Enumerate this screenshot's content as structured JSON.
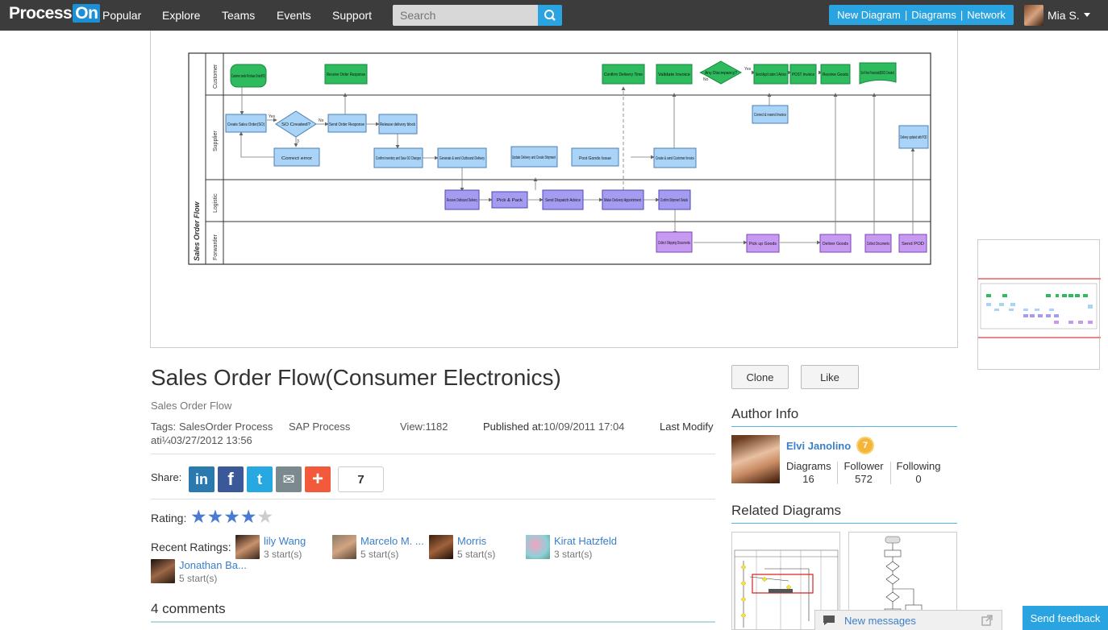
{
  "topbar": {
    "logo_process": "Process",
    "logo_on": "On",
    "nav": [
      "Popular",
      "Explore",
      "Teams",
      "Events",
      "Support"
    ],
    "search_placeholder": "Search",
    "actions": [
      "New Diagram",
      "Diagrams",
      "Network"
    ],
    "user_name": "Mia S."
  },
  "diagram": {
    "pool_title": "Sales Order Flow",
    "lanes": [
      "Customer",
      "Supplier",
      "Logistic",
      "Forwarder"
    ],
    "customer_nodes": [
      "Customer sends Purchase Order(PO)",
      "Receive Order Response",
      "Confirm Delivery Time",
      "Validate Invoice",
      "Any Discrepancy?",
      "Send Appli cation 3 Advice",
      "POST Invoice",
      "Receive Goods",
      "Set Flow Financials(BSO) Created"
    ],
    "supplier_nodes": [
      "Create Sales Order(SO)",
      "SO Created?",
      "Send Order Response",
      "Release delivery block",
      "Correct error",
      "Confirm inventory and Save SO Changes",
      "Generate & send Outbound Delivery",
      "Update Delivery and Create Shipment",
      "Post Goods Issue",
      "Create & send Customer Invoice",
      "Correct & resend Invoice",
      "Delivery updated with POD"
    ],
    "logistic_nodes": [
      "Receive Outbound Delivery",
      "Pick & Pack",
      "Send Dispatch Advice",
      "Make Delivery Appointment",
      "Confirm Shipment Details"
    ],
    "forwarder_nodes": [
      "Collect Shipping Documents",
      "Pick up Goods",
      "Deliver Goods",
      "Collect Documents",
      "Send POD"
    ],
    "edge_labels": [
      "Yes",
      "No",
      "3",
      "No",
      "Yes"
    ]
  },
  "title": "Sales Order Flow(Consumer Electronics)",
  "subtitle": "Sales Order Flow",
  "meta": {
    "tags_label": "Tags:",
    "tags": [
      "SalesOrder Process",
      "SAP Process"
    ],
    "view": "View:1182",
    "published_label": "Published at:",
    "published": "10/09/2011 17:04",
    "last_modify_label": "Last Modify",
    "last_modify": "ati¼03/27/2012 13:56"
  },
  "share": {
    "label": "Share:",
    "icons": [
      "in",
      "f",
      "t",
      "✉",
      "+"
    ],
    "count": "7"
  },
  "rating": {
    "label": "Rating:",
    "value": 4,
    "max": 5
  },
  "recent": {
    "label": "Recent Ratings:",
    "raters": [
      {
        "name": "lily Wang",
        "score": "3 start(s)"
      },
      {
        "name": "Marcelo M. ...",
        "score": "5 start(s)"
      },
      {
        "name": "Morris",
        "score": "5 start(s)"
      },
      {
        "name": "Kirat Hatzfeld",
        "score": "3 start(s)"
      },
      {
        "name": "Jonathan Ba...",
        "score": "5 start(s)"
      }
    ]
  },
  "comments": "4 comments",
  "buttons": {
    "clone": "Clone",
    "like": "Like"
  },
  "author": {
    "section": "Author Info",
    "name": "Elvi Janolino",
    "level": "7",
    "stats": [
      {
        "label": "Diagrams",
        "value": "16"
      },
      {
        "label": "Follower",
        "value": "572"
      },
      {
        "label": "Following",
        "value": "0"
      }
    ]
  },
  "related": {
    "section": "Related Diagrams"
  },
  "footer": {
    "messages": "New messages",
    "feedback": "Send feedback"
  },
  "colors": {
    "topbar": "#3c3c3c",
    "accent": "#2aa4e0",
    "link": "#3b7fc8",
    "customer_node": "#2dbb5d",
    "supplier_node": "#a9d3f7",
    "logistic_node": "#a49cf0",
    "forwarder_node": "#c79af2"
  }
}
